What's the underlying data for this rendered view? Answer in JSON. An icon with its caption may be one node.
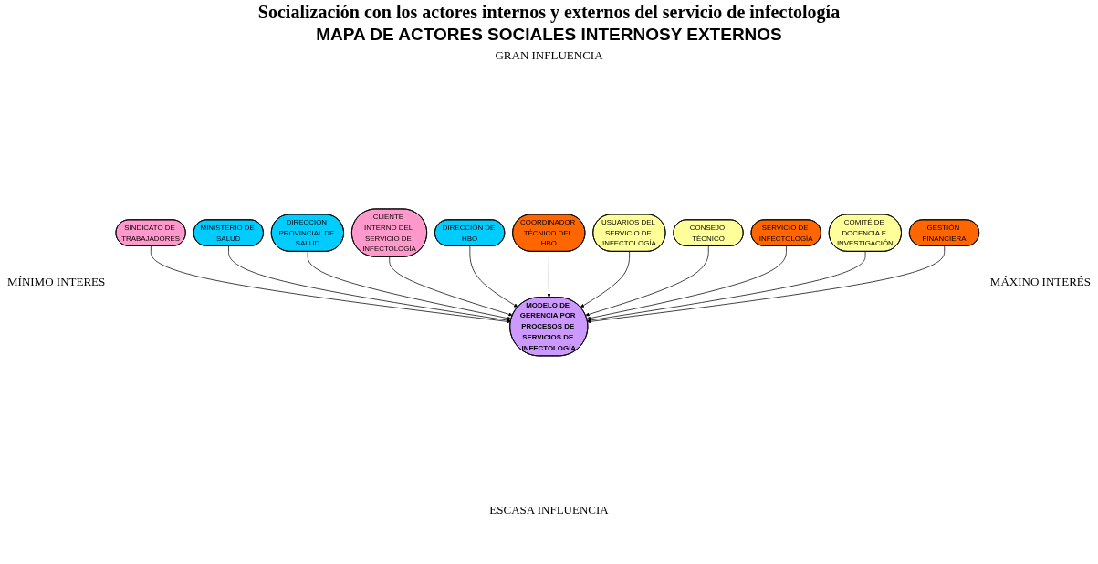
{
  "diagram": {
    "title": "MAPA DE ACTORES SOCIALES INTERNOSY EXTERNOS",
    "nodes": [
      {
        "text": [
          "SINDICATO DE TRABAJADORES"
        ]
      },
      {
        "text": [
          "MINISTERIO DE SALUD"
        ]
      },
      {
        "text": [
          "DIRECCIÓN PROVINCIAL DE SALUD"
        ]
      },
      {
        "text": [
          "CLIENTE INTERNO DEL SERVICIO DE INFECTOLOGÍA"
        ]
      },
      {
        "text": [
          "DIRECCIÓN DE HBO"
        ]
      },
      {
        "text": [
          "MODELO DE GERENCIA POR PROCESOS DE SERVICIOS DE INFECTOLOGÍA"
        ]
      },
      {
        "text": [
          "COORDINADOR TÉCNICO DEL HBO"
        ]
      },
      {
        "text": [
          "USUARIOS DEL SERVICIO DE INFECTOLOGÍA"
        ]
      },
      {
        "text": [
          "CONSEJO TÉCNICO"
        ]
      },
      {
        "text": [
          "SERVICIO DE INFECTOLOGÍA"
        ]
      },
      {
        "text": [
          "COMITÉ DE DOCENCIA E INVESTIGACIÓN"
        ]
      },
      {
        "text": [
          "GESTIÓN FINANCIERA"
        ]
      }
    ],
    "edges": [
      {
        "from": 0,
        "to": 5,
        "arrow": "to"
      },
      {
        "from": 1,
        "to": 5,
        "arrow": "to"
      },
      {
        "from": 2,
        "to": 5,
        "arrow": "to"
      },
      {
        "from": 3,
        "to": 5,
        "arrow": "to"
      },
      {
        "from": 4,
        "to": 5,
        "arrow": "to"
      },
      {
        "from": 6,
        "to": 5,
        "arrow": "to"
      },
      {
        "from": 7,
        "to": 5,
        "arrow": "to"
      },
      {
        "from": 8,
        "to": 5,
        "arrow": "to"
      },
      {
        "from": 9,
        "to": 5,
        "arrow": "to"
      },
      {
        "from": 10,
        "to": 5,
        "arrow": "to"
      },
      {
        "from": 11,
        "to": 5,
        "arrow": "to"
      }
    ],
    "labels": [
      "Socialización con los actores internos y externos del servicio de infectología",
      "GRAN INFLUENCIA",
      "MÍNIMO INTERES",
      "MÁXINO INTERÉS",
      "ESCASA INFLUENCIA"
    ]
  }
}
